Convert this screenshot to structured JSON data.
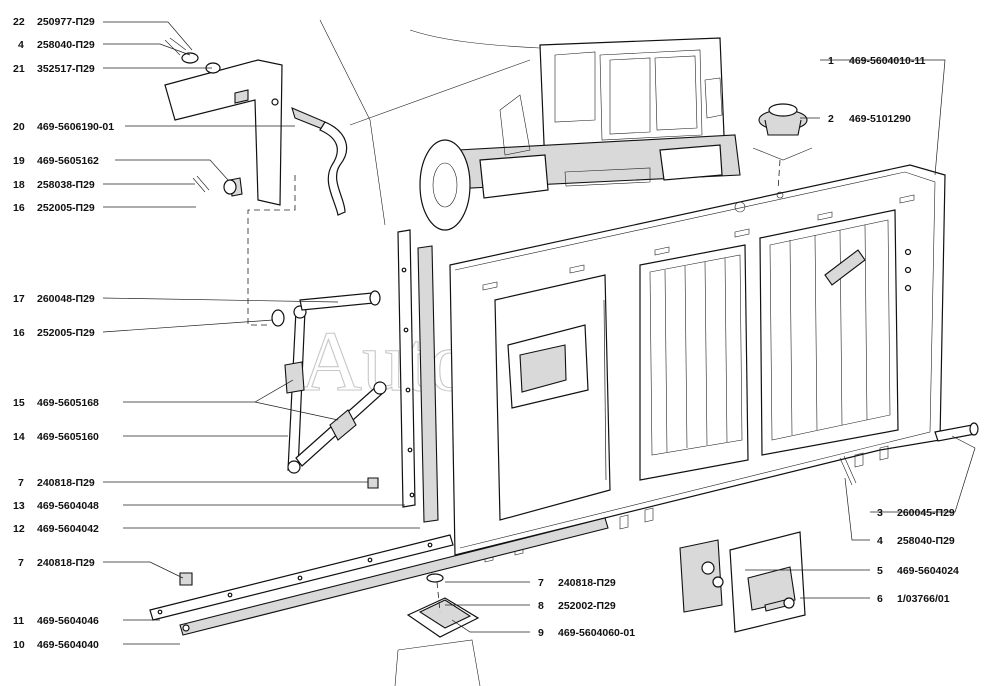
{
  "watermark": "AutoSoft",
  "callouts_left": [
    {
      "num": "22",
      "code": "250977-П29"
    },
    {
      "num": "4",
      "code": "258040-П29"
    },
    {
      "num": "21",
      "code": "352517-П29"
    },
    {
      "num": "20",
      "code": "469-5606190-01"
    },
    {
      "num": "19",
      "code": "469-5605162"
    },
    {
      "num": "18",
      "code": "258038-П29"
    },
    {
      "num": "16",
      "code": "252005-П29"
    },
    {
      "num": "17",
      "code": "260048-П29"
    },
    {
      "num": "16",
      "code": "252005-П29"
    },
    {
      "num": "15",
      "code": "469-5605168"
    },
    {
      "num": "14",
      "code": "469-5605160"
    },
    {
      "num": "7",
      "code": "240818-П29"
    },
    {
      "num": "13",
      "code": "469-5604048"
    },
    {
      "num": "12",
      "code": "469-5604042"
    },
    {
      "num": "7",
      "code": "240818-П29"
    },
    {
      "num": "11",
      "code": "469-5604046"
    },
    {
      "num": "10",
      "code": "469-5604040"
    }
  ],
  "callouts_right": [
    {
      "num": "1",
      "code": "469-5604010-11"
    },
    {
      "num": "2",
      "code": "469-5101290"
    },
    {
      "num": "3",
      "code": "260045-П29"
    },
    {
      "num": "4",
      "code": "258040-П29"
    },
    {
      "num": "5",
      "code": "469-5604024"
    },
    {
      "num": "6",
      "code": "1/03766/01"
    }
  ],
  "callouts_center": [
    {
      "num": "7",
      "code": "240818-П29"
    },
    {
      "num": "8",
      "code": "252002-П29"
    },
    {
      "num": "9",
      "code": "469-5604060-01"
    }
  ]
}
